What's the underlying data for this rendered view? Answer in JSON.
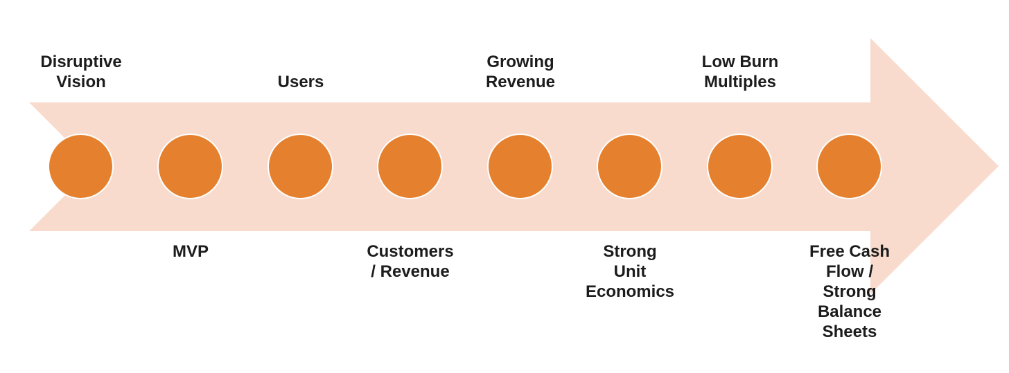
{
  "colors": {
    "background": "#FFFFFF",
    "arrow_fill": "#F8DBCD",
    "circle_fill": "#E5812E",
    "circle_stroke": "#FFFFFF",
    "label_text": "#1C1C1C"
  },
  "diagram": {
    "type": "process-arrow-timeline",
    "direction": "left-to-right"
  },
  "stages": [
    {
      "label": "Disruptive\nVision",
      "position": "above"
    },
    {
      "label": "MVP",
      "position": "below"
    },
    {
      "label": "Users",
      "position": "above"
    },
    {
      "label": "Customers\n/ Revenue",
      "position": "below"
    },
    {
      "label": "Growing\nRevenue",
      "position": "above"
    },
    {
      "label": "Strong\nUnit\nEconomics",
      "position": "below"
    },
    {
      "label": "Low Burn\nMultiples",
      "position": "above"
    },
    {
      "label": "Free Cash\nFlow /\nStrong\nBalance\nSheets",
      "position": "below"
    }
  ]
}
